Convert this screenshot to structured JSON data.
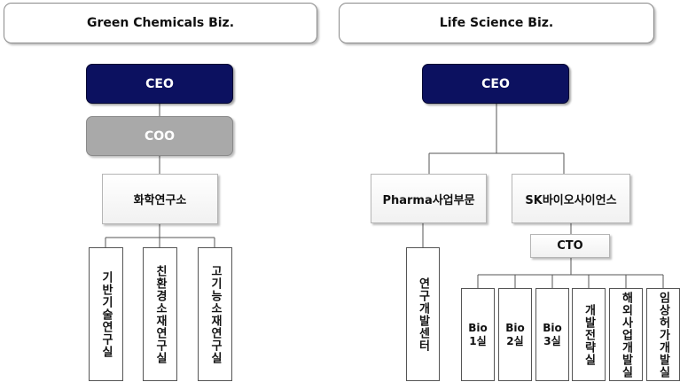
{
  "green": {
    "header": "Green Chemicals Biz.",
    "ceo": "CEO",
    "coo": "COO",
    "institute": "화학연구소",
    "labs": [
      "기반기술연구실",
      "친환경소재연구실",
      "고기능소재연구실"
    ]
  },
  "life": {
    "header": "Life Science  Biz.",
    "ceo": "CEO",
    "pharma": "Pharma사업부문",
    "skbio": "SK바이오사이언스",
    "rnd_center": "연구개발센터",
    "cto": "CTO",
    "bio_units": [
      "Bio\n1실",
      "Bio\n2실",
      "Bio\n3실"
    ],
    "offices": [
      "개발전략실",
      "해외사업개발실",
      "임상허가개발실"
    ]
  },
  "colors": {
    "ceo_fill": "#0c1160",
    "coo_fill": "#a9a9a9",
    "line": "#555555"
  }
}
